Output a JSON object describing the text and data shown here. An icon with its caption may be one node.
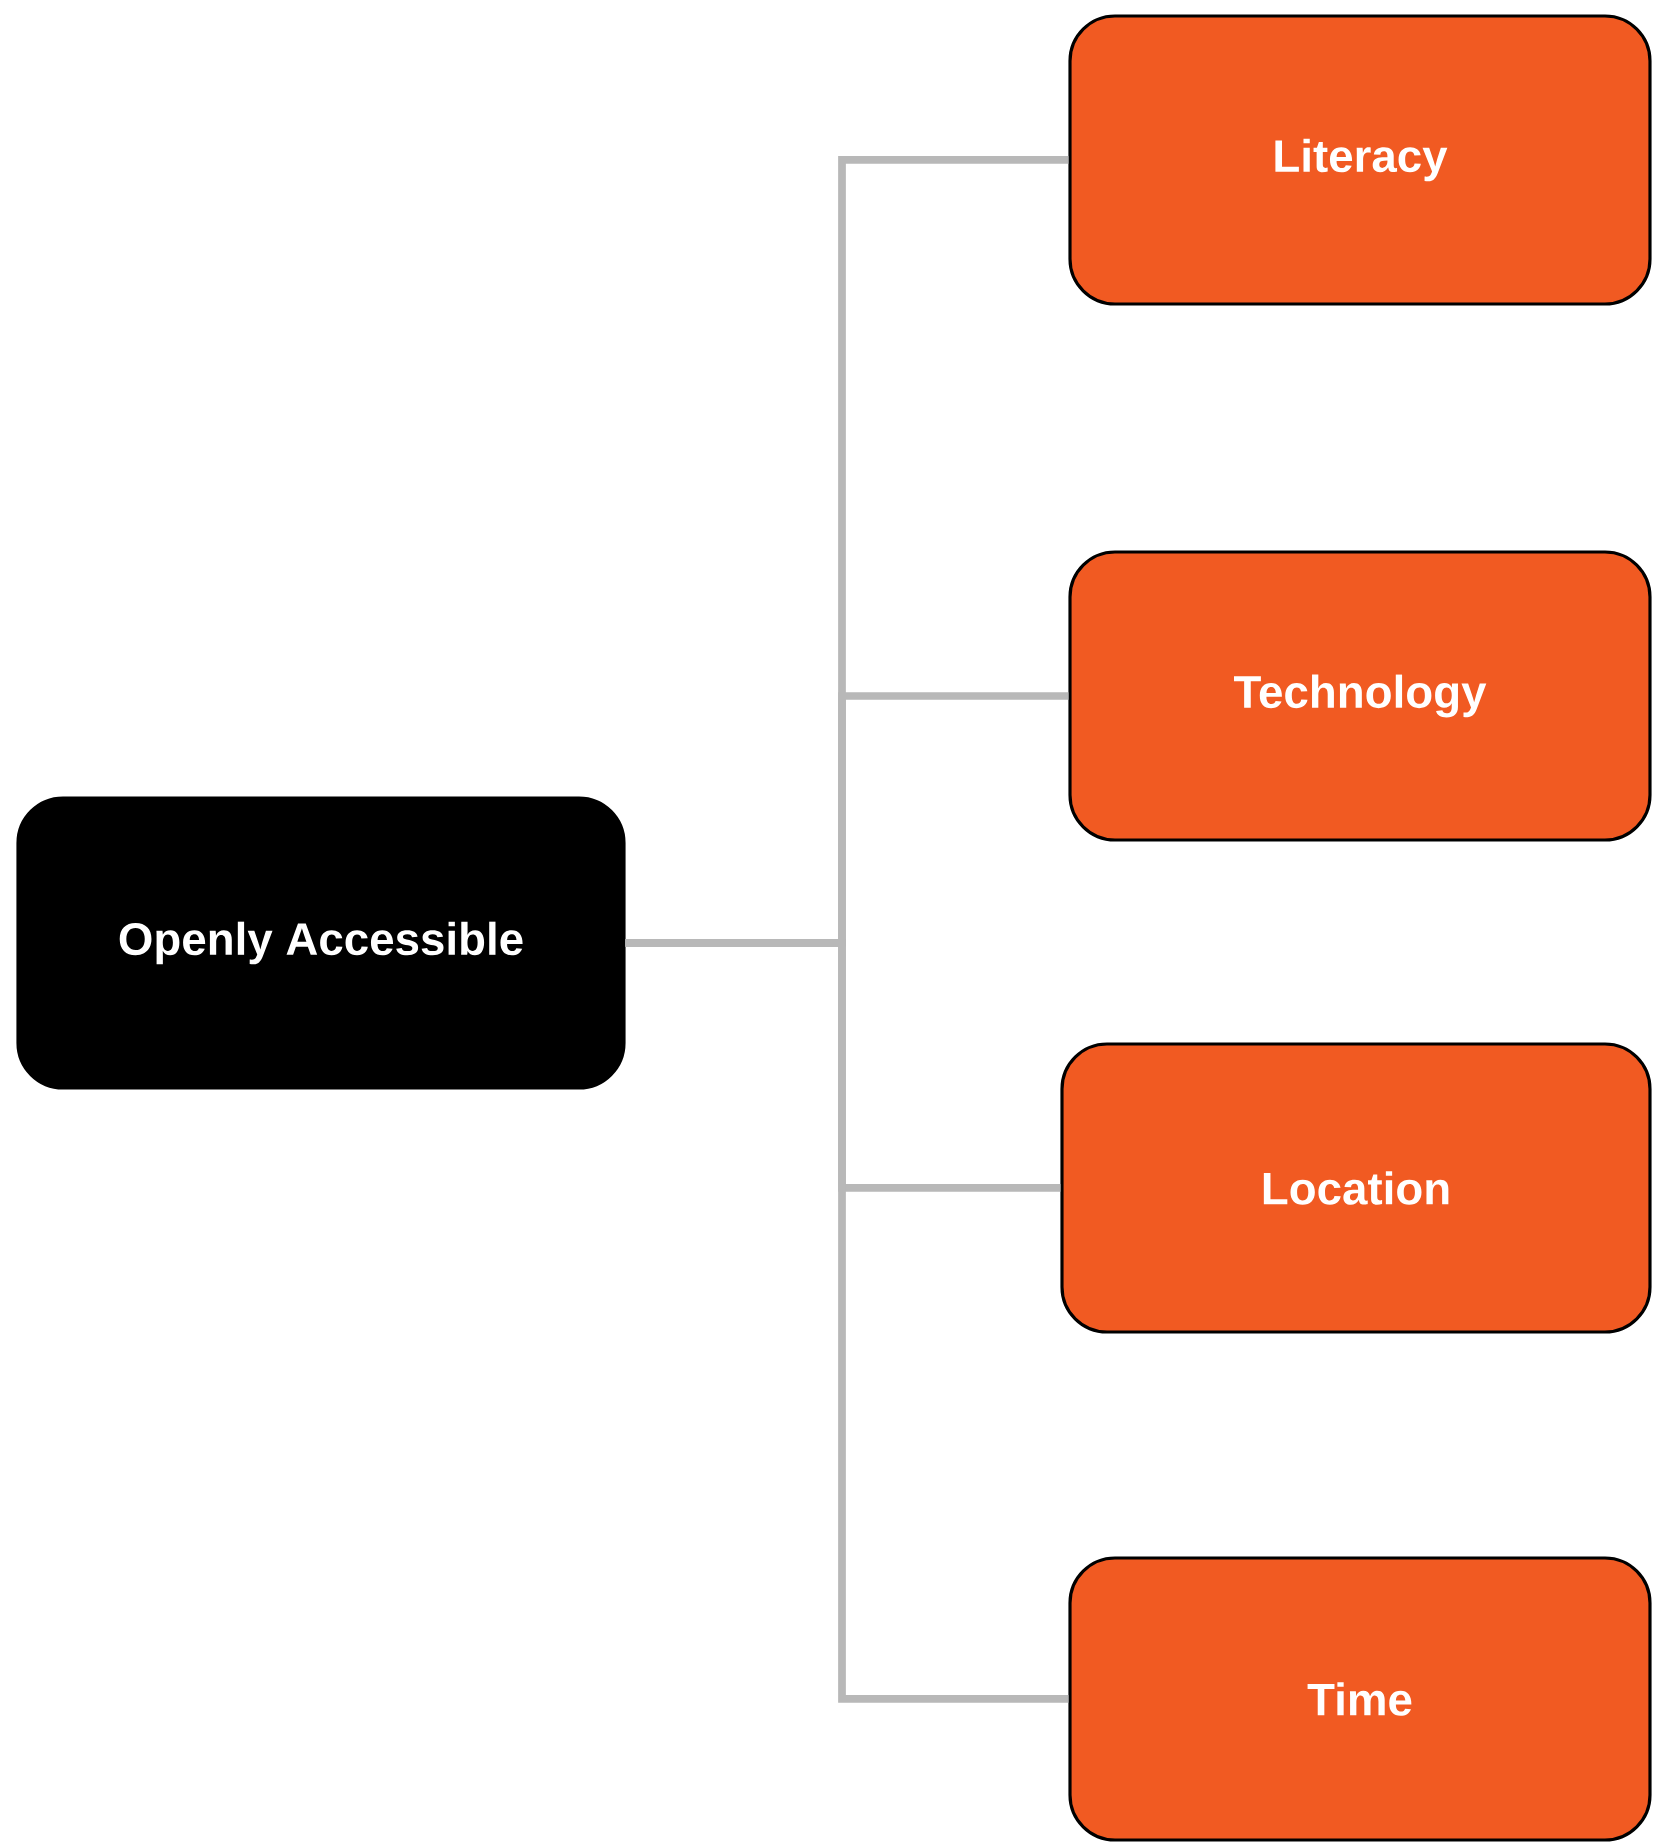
{
  "diagram": {
    "nodes": [
      {
        "text": [
          "Openly Accessible"
        ]
      },
      {
        "text": [
          "Literacy"
        ]
      },
      {
        "text": [
          "Technology"
        ]
      },
      {
        "text": [
          "Location"
        ]
      },
      {
        "text": [
          "Time"
        ]
      }
    ],
    "edges": [
      {
        "from": 0,
        "to": 1,
        "arrow": "none"
      },
      {
        "from": 0,
        "to": 2,
        "arrow": "none"
      },
      {
        "from": 0,
        "to": 3,
        "arrow": "none"
      },
      {
        "from": 0,
        "to": 4,
        "arrow": "none"
      }
    ]
  }
}
